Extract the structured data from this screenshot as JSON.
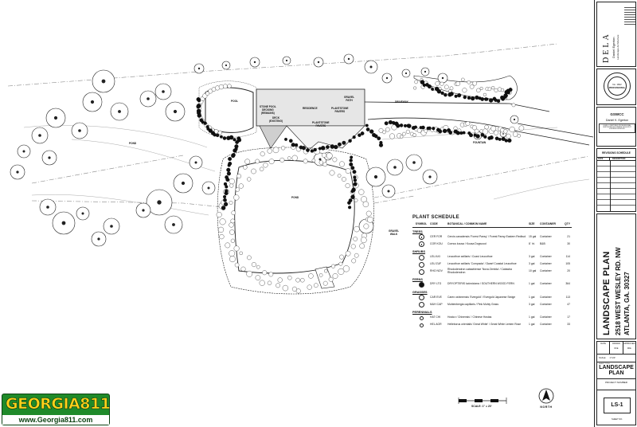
{
  "plan": {
    "labels": {
      "pool": "POOL",
      "stone_pool_decking": "STONE POOL\nDECKING\n(REMAINS)",
      "residence": "RESIDENCE",
      "gravel_path": "GRAVEL\nPATH",
      "plantstone_pavers_upper": "PLANTSTONE\nPAVERS",
      "deck": "DECK\n(EXISTING)",
      "plantstone_pavers_lower": "PLANTSTONE\nPAVERS",
      "driveway": "DRIVEWAY",
      "fountain": "FOUNTAIN",
      "pond_left": "POND",
      "pond_center": "POND",
      "gravel_walk": "GRAVEL\nWALK"
    }
  },
  "plant_schedule": {
    "title": "PLANT SCHEDULE",
    "headers": [
      "SYMBOL",
      "CODE",
      "BOTANICAL / COMMON NAME",
      "SIZE",
      "CONTAINER",
      "QTY"
    ],
    "categories": [
      {
        "name": "TREES",
        "rows": [
          {
            "symbol": "dot",
            "code": "CER FOR",
            "name": "Cercis canadensis 'Forest Pansy' / Forest Pansy Eastern Redbud",
            "size": "15 gal",
            "container": "Container",
            "qty": "21"
          },
          {
            "symbol": "dot",
            "code": "COR KOU",
            "name": "Cornus kousa / Kousa Dogwood",
            "size": "8` ht.",
            "container": "B&B",
            "qty": "30"
          }
        ]
      },
      {
        "name": "SHRUBS",
        "rows": [
          {
            "symbol": "plain",
            "code": "LEU AXI",
            "name": "Leucothoe axillaris / Coast Leucothoe",
            "size": "3 gal",
            "container": "Container",
            "qty": "114"
          },
          {
            "symbol": "plain",
            "code": "LEU ZUF",
            "name": "Leucothoe axillaris 'Compacta' / Dwarf Coastal Leucothoe",
            "size": "3 gal",
            "container": "Container",
            "qty": "105"
          },
          {
            "symbol": "plain",
            "code": "RHO NOV",
            "name": "Rhododendron catawbiense 'Nova Zembla' / Catawba Rhododendron",
            "size": "10 gal",
            "container": "Container",
            "qty": "20"
          }
        ]
      },
      {
        "name": "FERNS",
        "rows": [
          {
            "symbol": "filled",
            "code": "DRY LTG",
            "name": "DRYOPTERIS ludoviciana / SOUTHERN WOOD FERN",
            "size": "1 gal",
            "container": "Container",
            "qty": "364"
          }
        ]
      },
      {
        "name": "GRASSES",
        "rows": [
          {
            "symbol": "plain",
            "code": "CAR EVE",
            "name": "Carex oshimensis 'Evergold' / Evergold Japanese Sedge",
            "size": "1 gal",
            "container": "Container",
            "qty": "113"
          },
          {
            "symbol": "plain",
            "code": "MUH CAP",
            "name": "Muhlenbergia capillaris / Pink Muhly Grass",
            "size": "3 gal",
            "container": "Container",
            "qty": "47"
          }
        ]
      },
      {
        "name": "PERENNIALS",
        "rows": [
          {
            "symbol": "small",
            "code": "HAT CHI",
            "name": "Hosta x 'Chinensis' / Chinese Hostas",
            "size": "1 gal",
            "container": "Container",
            "qty": "17"
          },
          {
            "symbol": "small",
            "code": "HEL AGR",
            "name": "Helleborus orientalis 'Great White' / Great White Lenten Rose",
            "size": "1 gal",
            "container": "Container",
            "qty": "33"
          }
        ]
      }
    ]
  },
  "title_block": {
    "firm_word": "DELA",
    "firm_name": "Daniel Egerton",
    "firm_sub": "Landscape Architecture",
    "seal_no": "No. 1822",
    "seal_profession": "PROFESSIONAL",
    "gswcc_title": "GSWCC",
    "gswcc_name": "Daniel K. Egerton",
    "gswcc_cert": "LEVEL II CERTIFIED PROFESSIONAL\nCERTIFICATION NUMBER 0000012577\nEXPIRES 06/03/2020",
    "revisions_title": "REVISIONS SCHEDULE",
    "rev_col1": "DATE",
    "rev_col2": "DESCRIPTION",
    "project_title": "LANDSCAPE PLAN",
    "address_line1": "2518 WEST WESLEY RD. NW",
    "address_line2": "ATLANTA, GA. 30327",
    "date_label": "DATE",
    "date_value": "",
    "drawn_label": "DRAWN",
    "drawn_value": "DKE",
    "approved_label": "APPROVED",
    "approved_value": "DKE",
    "scale_label": "SCALE",
    "scale_value": "1\"=20'",
    "sheet_title_label": "SHEET TITLE",
    "sheet_title": "LANDSCAPE\nPLAN",
    "project_number_label": "PROJECT NUMBER",
    "sheet_number": "LS-1",
    "sheet_no_label": "SHEET NO."
  },
  "badge": {
    "word": "GEORGIA811",
    "url": "www.Georgia811.com",
    "colors": {
      "green": "#1f8a2a",
      "yellow": "#ffd21a"
    }
  },
  "scale_bar": {
    "label": "SCALE: 1\" = 20'"
  },
  "north_arrow": {
    "label": "NORTH"
  }
}
